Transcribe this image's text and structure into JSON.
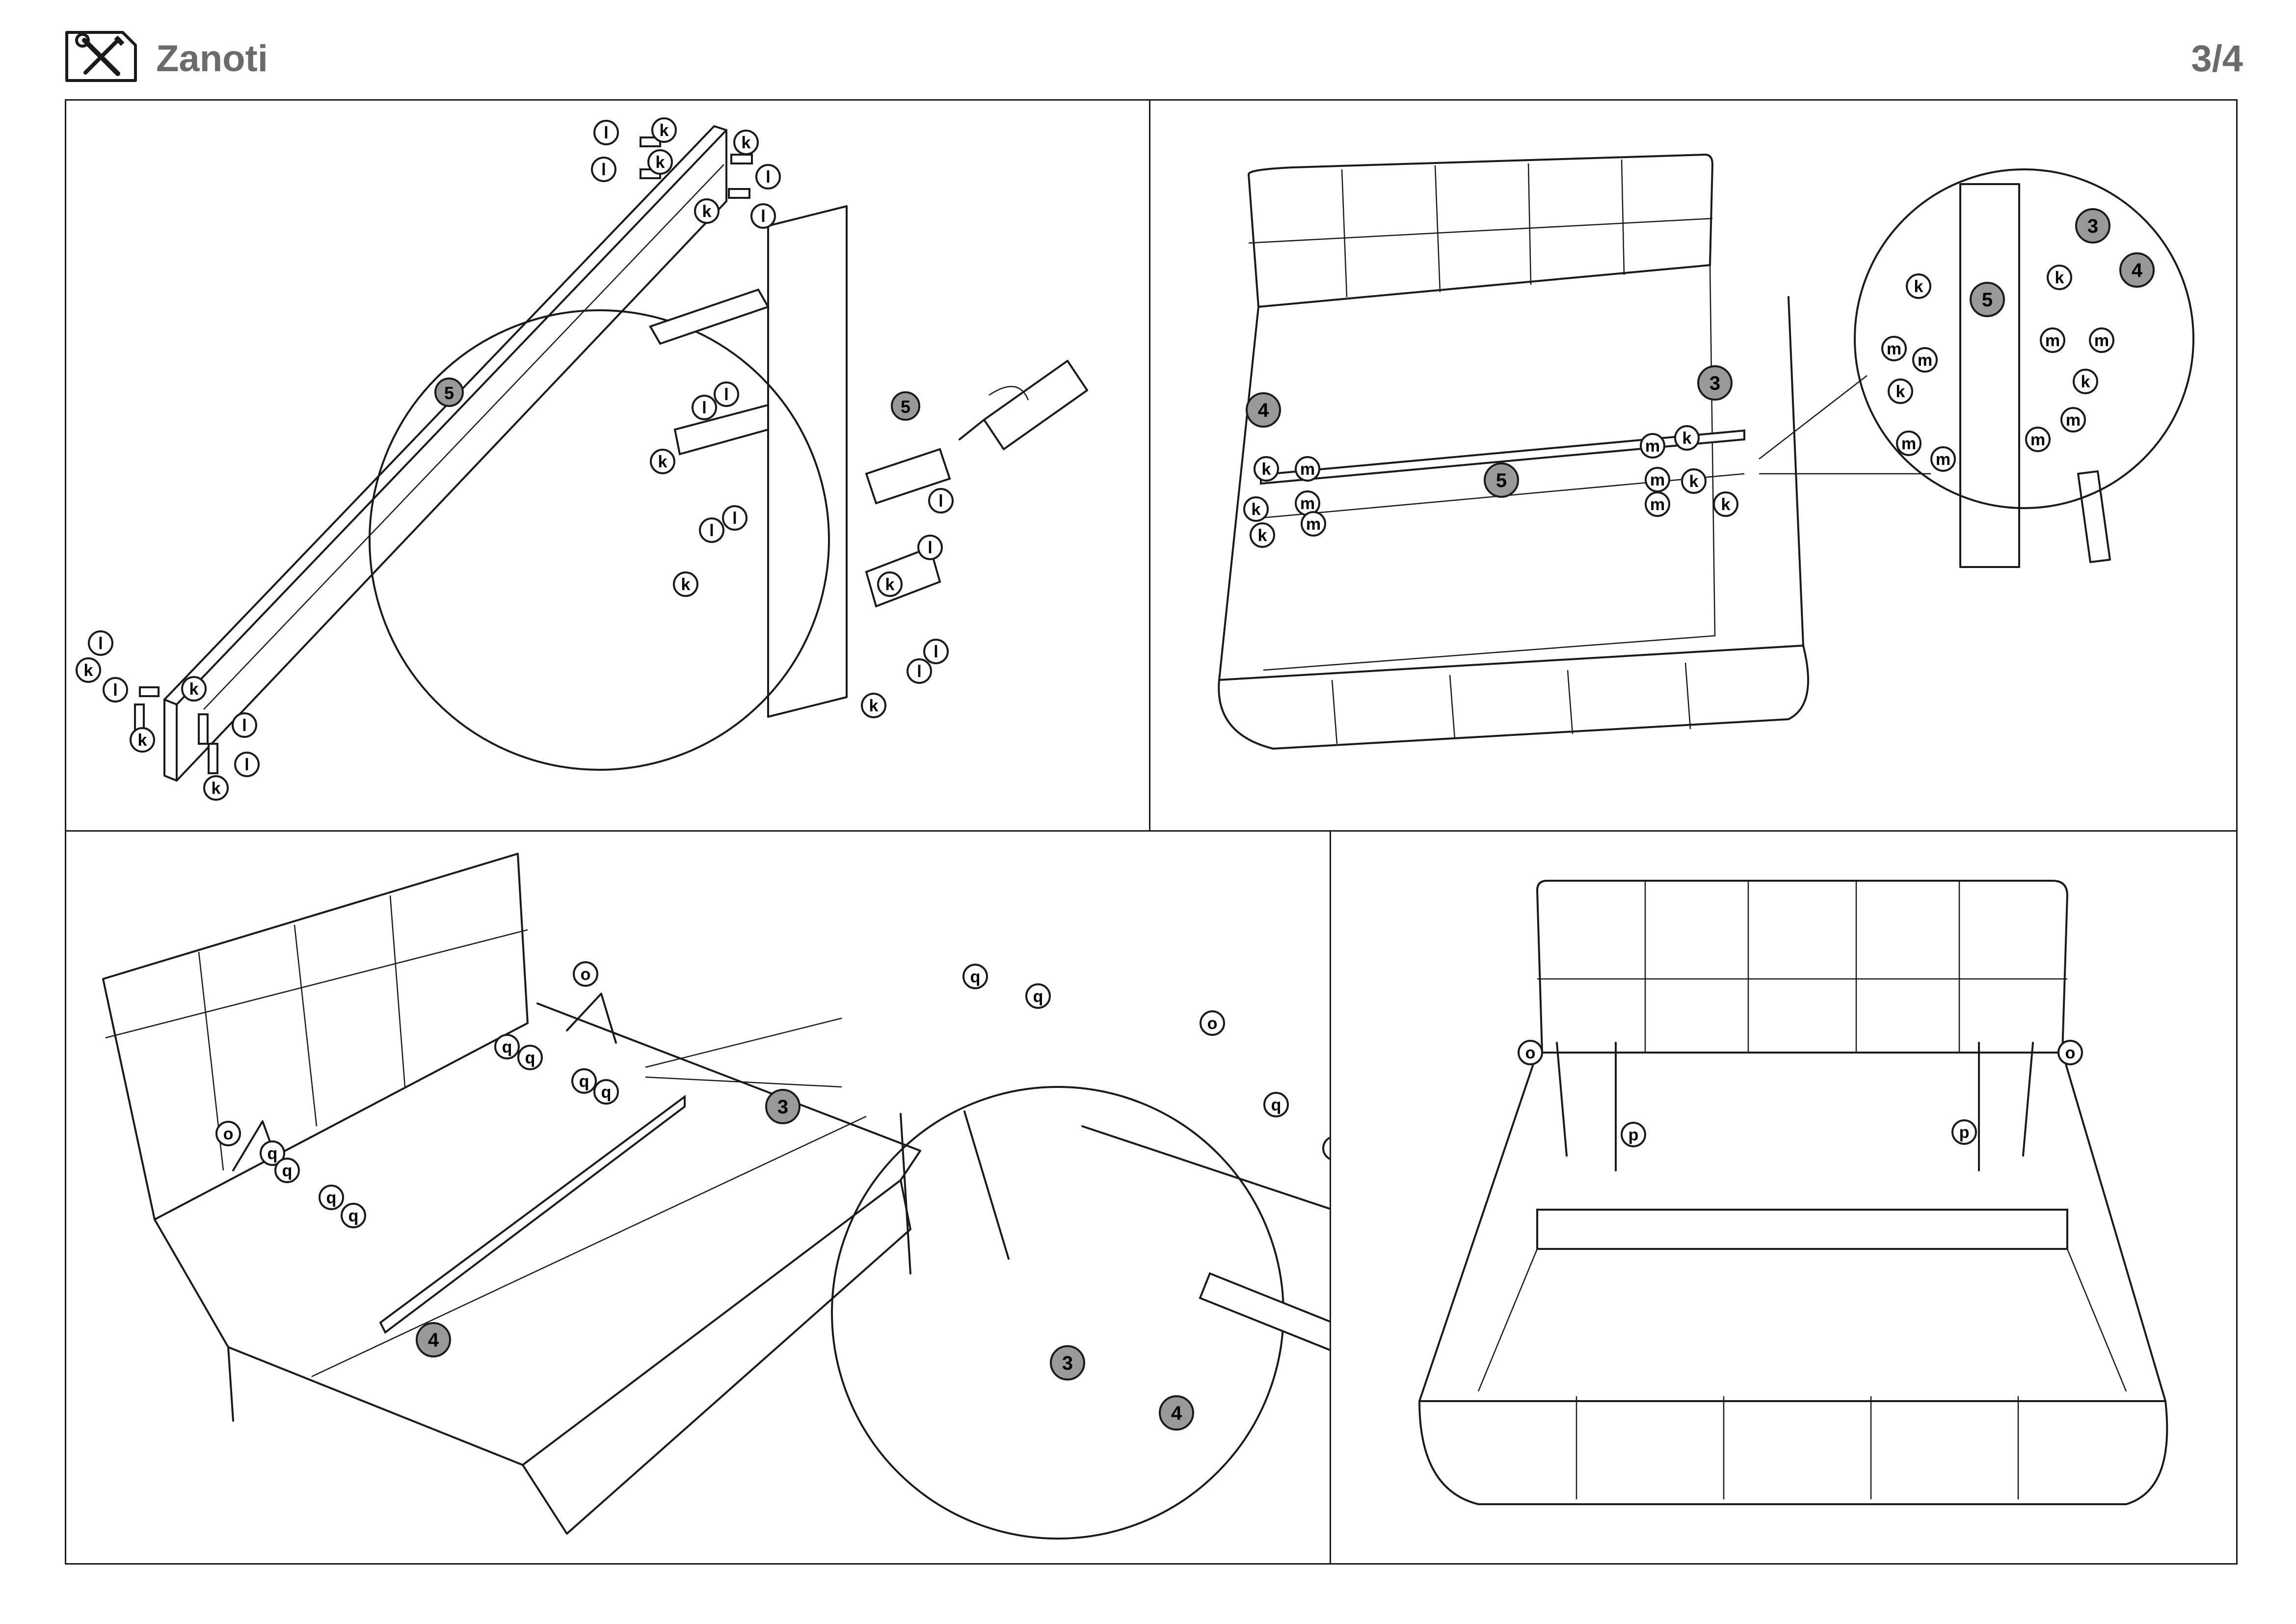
{
  "header": {
    "title": "Zanoti",
    "page": "3/4",
    "logo_icon": "tools-icon"
  },
  "labels": {
    "k": "k",
    "l": "l",
    "m": "m",
    "o": "o",
    "p": "p",
    "q": "q"
  },
  "parts": {
    "part3": "3",
    "part4": "4",
    "part5": "5"
  }
}
